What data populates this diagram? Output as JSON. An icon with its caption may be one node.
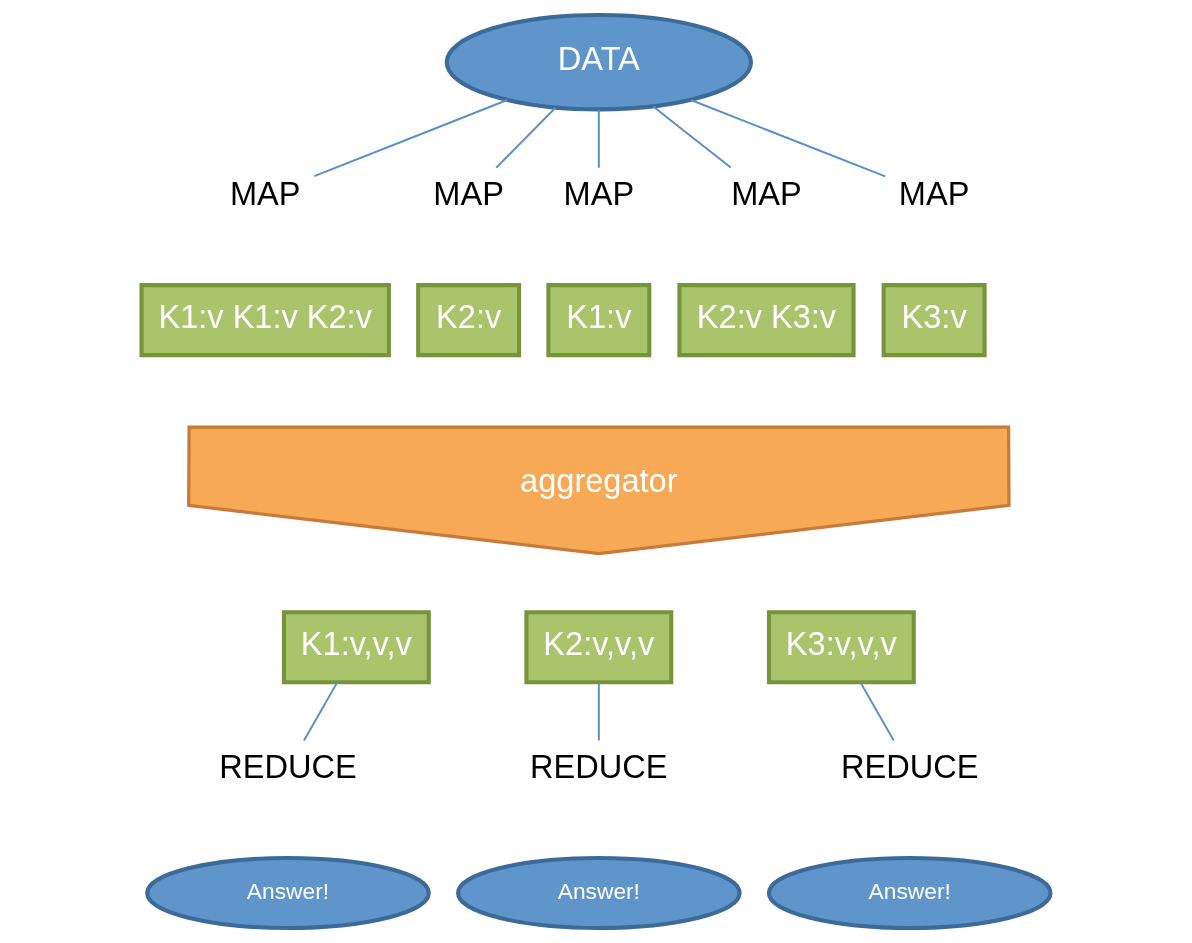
{
  "diagram": {
    "nodes": [
      {
        "text": [
          "DATA"
        ]
      },
      {
        "text": [
          "MAP"
        ]
      },
      {
        "text": [
          "MAP"
        ]
      },
      {
        "text": [
          "MAP"
        ]
      },
      {
        "text": [
          "MAP"
        ]
      },
      {
        "text": [
          "MAP"
        ]
      },
      {
        "text": [
          "K1:v K1:v K2:v"
        ]
      },
      {
        "text": [
          "K2:v"
        ]
      },
      {
        "text": [
          "K1:v"
        ]
      },
      {
        "text": [
          "K2:v K3:v"
        ]
      },
      {
        "text": [
          "K3:v"
        ]
      },
      {
        "text": [
          "aggregator"
        ]
      },
      {
        "text": [
          "K1:v,v,v"
        ]
      },
      {
        "text": [
          "K2:v,v,v"
        ]
      },
      {
        "text": [
          "K3:v,v,v"
        ]
      },
      {
        "text": [
          "REDUCE"
        ]
      },
      {
        "text": [
          "REDUCE"
        ]
      },
      {
        "text": [
          "REDUCE"
        ]
      },
      {
        "text": [
          "Answer!"
        ]
      },
      {
        "text": [
          "Answer!"
        ]
      },
      {
        "text": [
          "Answer!"
        ]
      }
    ],
    "edges": [
      {
        "from": 0,
        "to": 1,
        "arrow": "none"
      },
      {
        "from": 0,
        "to": 2,
        "arrow": "none"
      },
      {
        "from": 0,
        "to": 3,
        "arrow": "none"
      },
      {
        "from": 0,
        "to": 4,
        "arrow": "none"
      },
      {
        "from": 0,
        "to": 5,
        "arrow": "none"
      },
      {
        "from": 12,
        "to": 15,
        "arrow": "none"
      },
      {
        "from": 13,
        "to": 16,
        "arrow": "none"
      },
      {
        "from": 14,
        "to": 17,
        "arrow": "none"
      }
    ]
  }
}
